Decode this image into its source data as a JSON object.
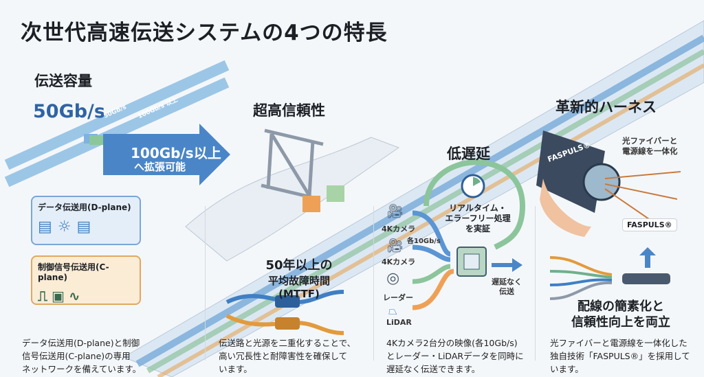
{
  "title": "次世代高速伝送システムの4つの特長",
  "capacity": {
    "heading": "伝送容量",
    "current": "50Gb/s",
    "upgrade_line1": "100Gb/s以上",
    "upgrade_line2": "へ拡張可能",
    "lane1": "50Gb/s",
    "lane2": "100Gb/s 以上",
    "d_plane": "データ伝送用(D-plane)",
    "c_plane": "制御信号伝送用(C-plane)",
    "desc": [
      "データ伝送用(D-plane)と制御",
      "信号伝送用(C-plane)の専用",
      "ネットワークを備えています。"
    ]
  },
  "reliability": {
    "heading": "超高信頼性",
    "mttf_line1": "50年以上の",
    "mttf_line2": "平均故障時間(MTTF)",
    "desc": [
      "伝送路と光源を二重化することで、",
      "高い冗長性と耐障害性を確保して",
      "います。"
    ]
  },
  "latency": {
    "heading": "低遅延",
    "realtime": [
      "リアルタイム・",
      "エラーフリー処理",
      "を実証"
    ],
    "sources": [
      "4Kカメラ",
      "4Kカメラ",
      "レーダー",
      "LiDAR"
    ],
    "rate": "各10Gb/s",
    "output": [
      "遅延なく",
      "伝送"
    ],
    "desc": [
      "4Kカメラ2台分の映像(各10Gb/s)",
      "とレーダー・LiDARデータを同時に",
      "遅延なく伝送できます。"
    ]
  },
  "harness": {
    "heading": "革新的ハーネス",
    "brand": "FASPULS®",
    "brand_label": "FASPULS®",
    "integrate": [
      "光ファイバーと",
      "電源線を一体化"
    ],
    "benefit": [
      "配線の簡素化と",
      "信頼性向上を両立"
    ],
    "desc": [
      "光ファイバーと電源線を一体化した",
      "独自技術「FASPULS®」を採用して",
      "います。"
    ]
  },
  "colors": {
    "blue": "#3f7fc4",
    "green": "#6fb08a",
    "orange": "#e39a3c",
    "dark": "#1c1f24"
  }
}
